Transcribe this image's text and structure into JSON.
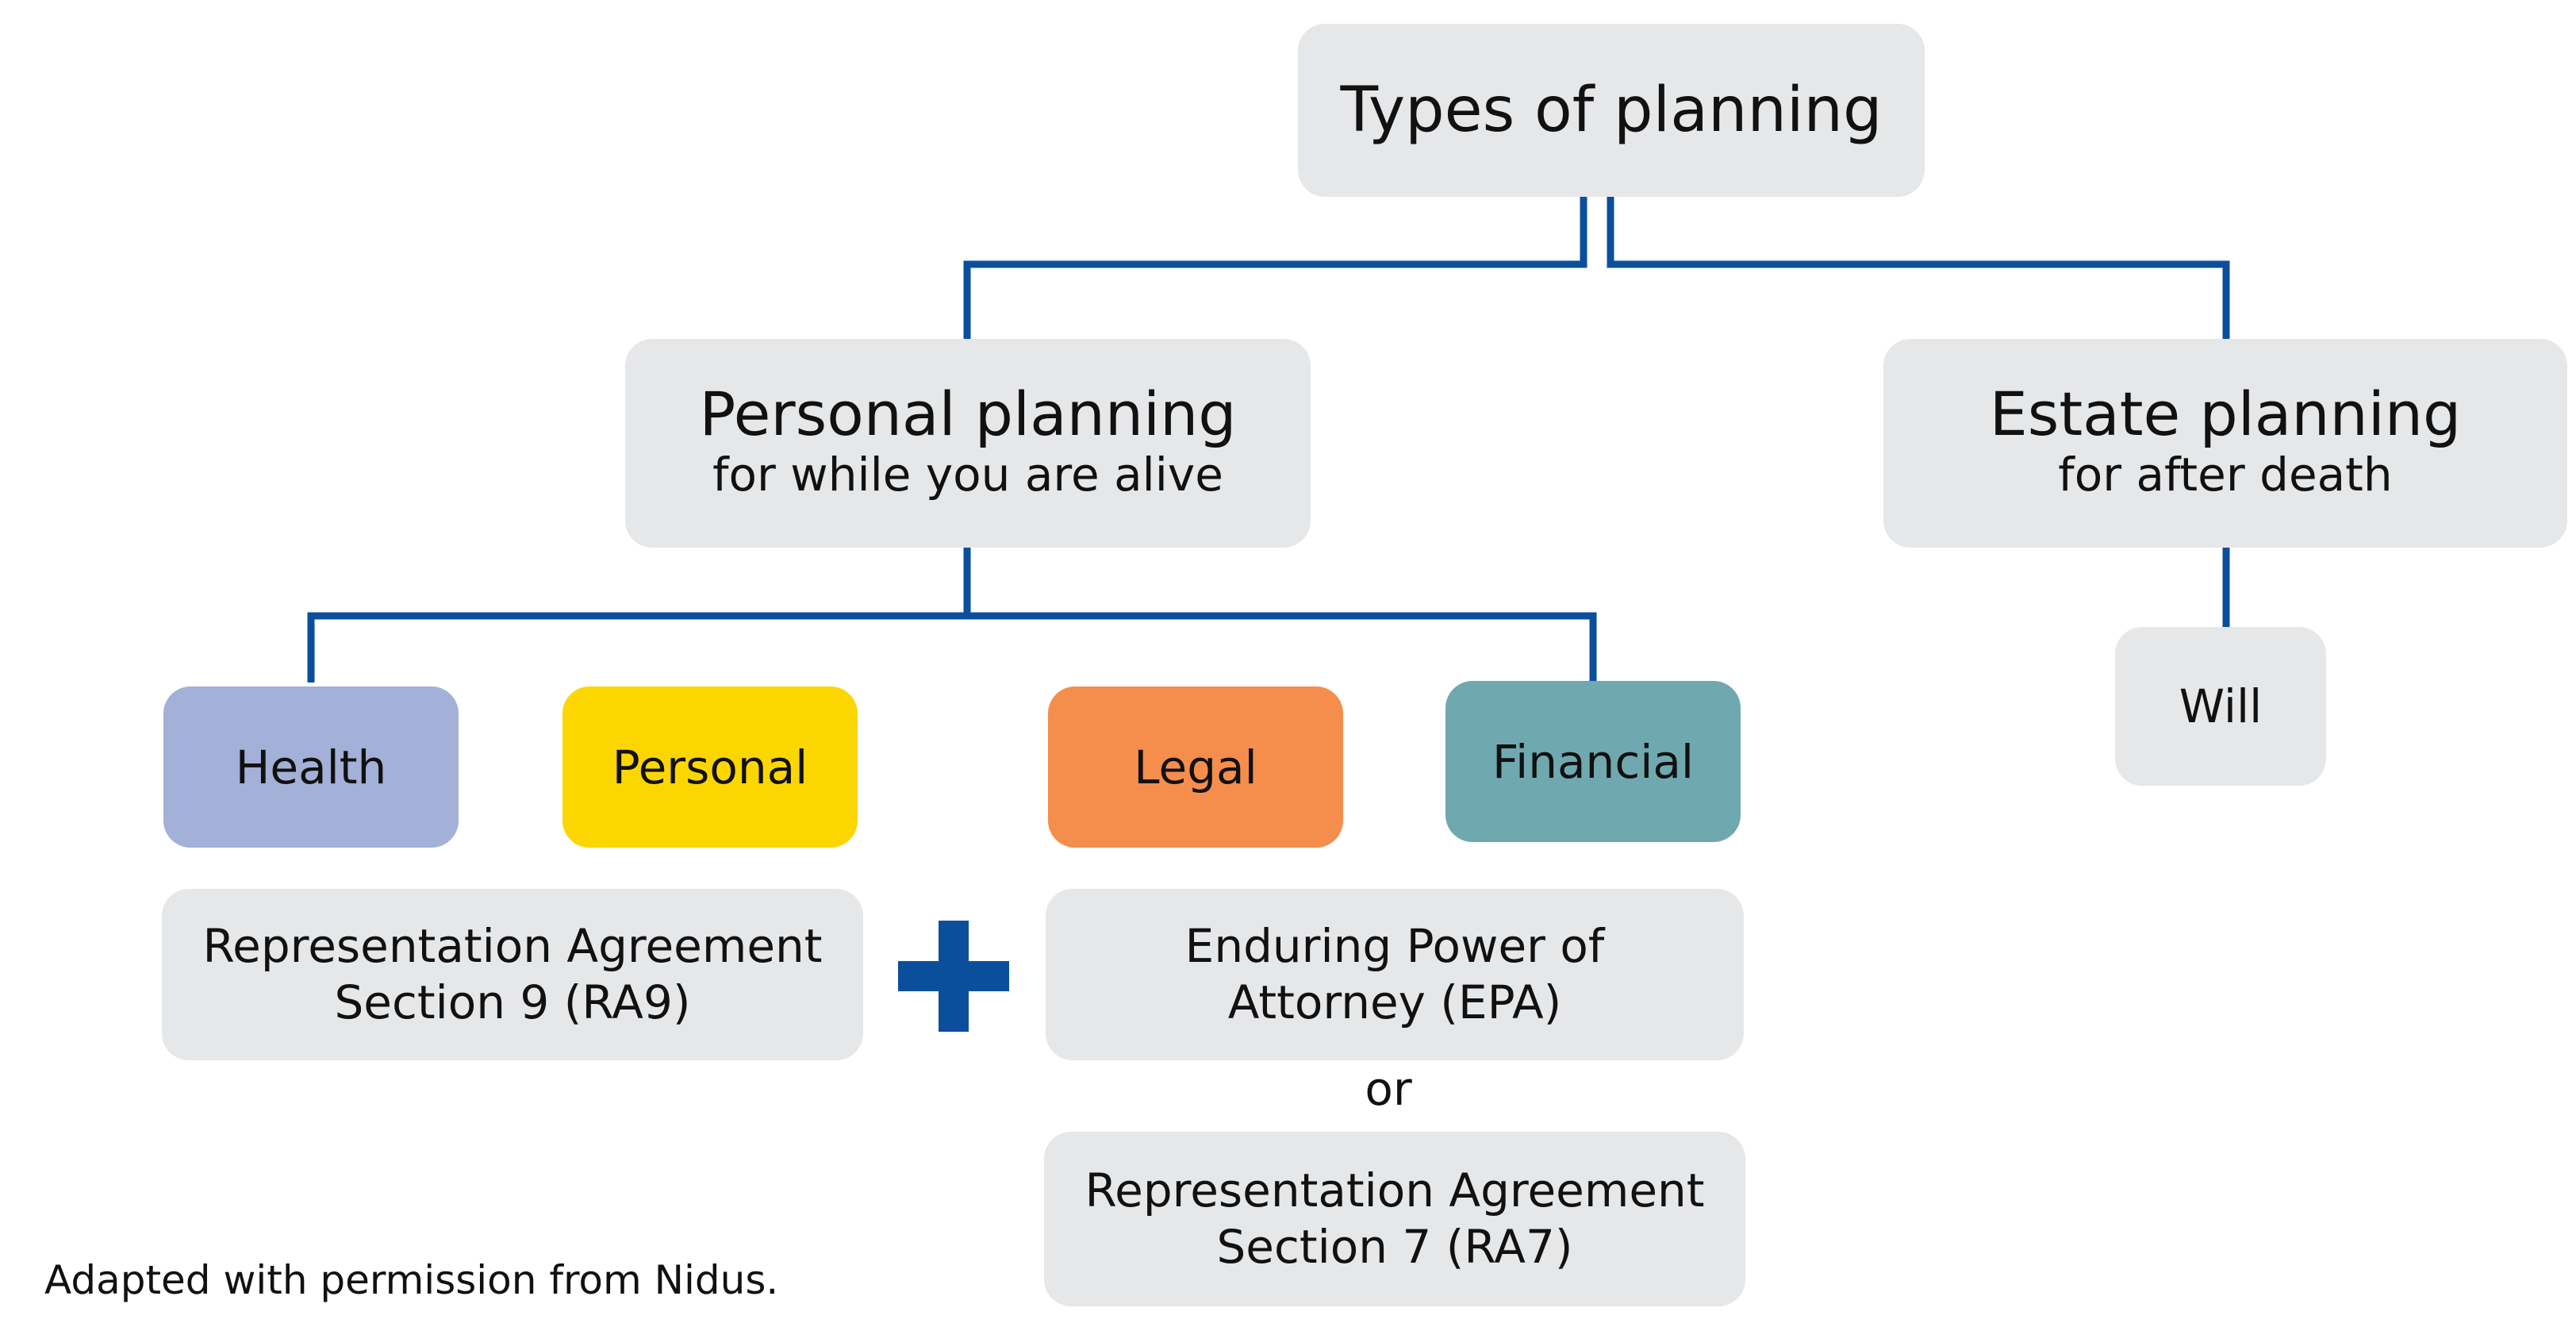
{
  "root": {
    "title": "Types of planning"
  },
  "personal_planning": {
    "title": "Personal planning",
    "subtitle": "for while you are alive"
  },
  "estate_planning": {
    "title": "Estate planning",
    "subtitle": "for after death"
  },
  "categories": [
    {
      "label": "Health",
      "color": "#a3b0d7"
    },
    {
      "label": "Personal",
      "color": "#fcd600"
    },
    {
      "label": "Legal",
      "color": "#f58d4d"
    },
    {
      "label": "Financial",
      "color": "#6fa9af"
    }
  ],
  "will": {
    "label": "Will"
  },
  "documents": {
    "ra9": {
      "line1": "Representation Agreement",
      "line2": "Section 9 (RA9)"
    },
    "epa": {
      "line1": "Enduring Power of",
      "line2": "Attorney (EPA)"
    },
    "or_label": "or",
    "ra7": {
      "line1": "Representation Agreement",
      "line2": "Section 7 (RA7)"
    }
  },
  "plus_symbol": "plus-icon",
  "connector_color": "#0b4f9c",
  "box_color": "#e6e7e9",
  "attribution": "Adapted with permission from Nidus."
}
